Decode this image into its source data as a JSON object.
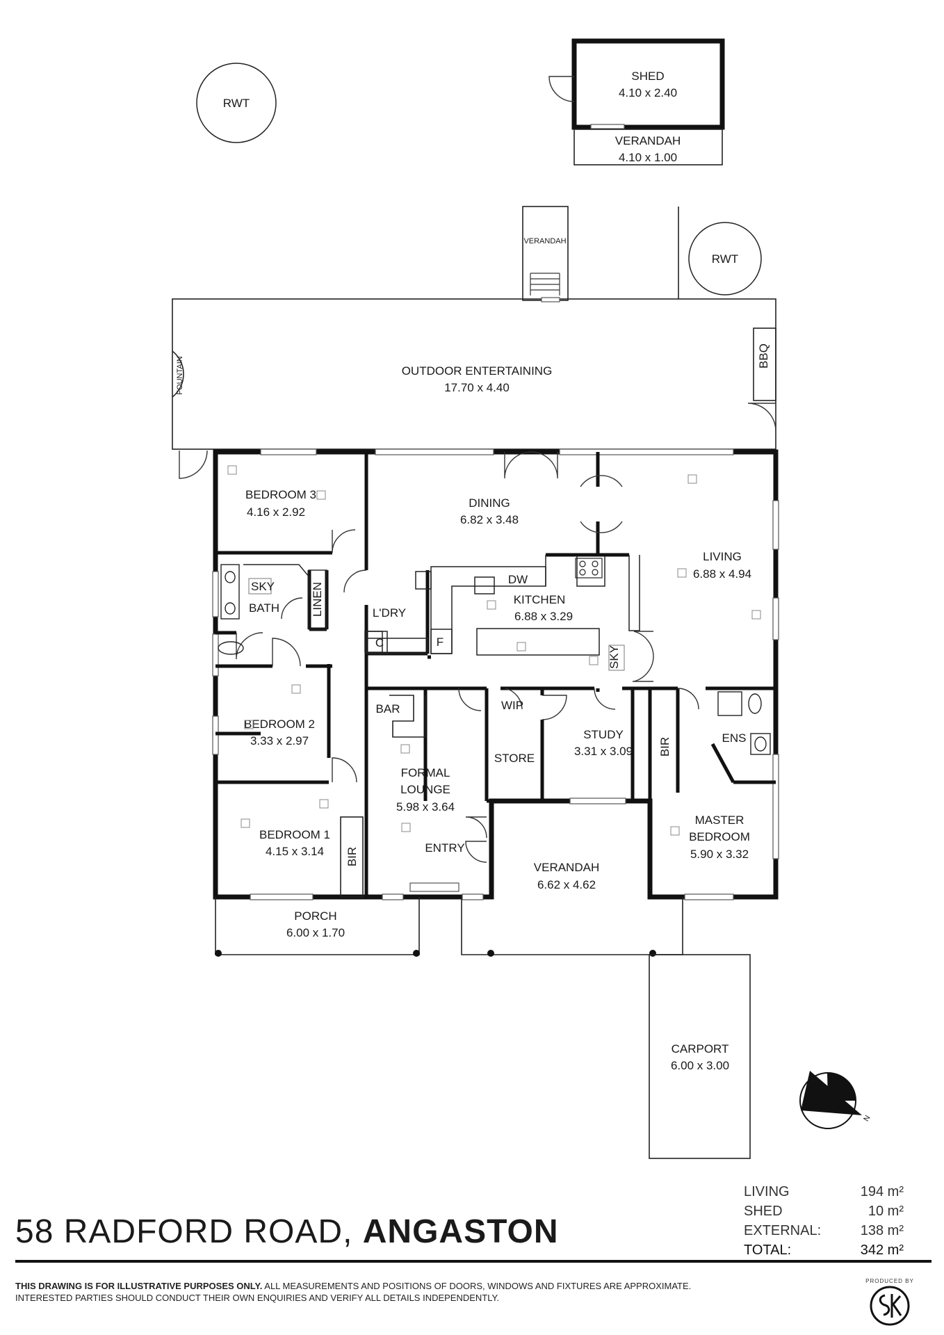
{
  "rooms": {
    "shed": {
      "name": "SHED",
      "dims": "4.10 x 2.40"
    },
    "verandah_shed": {
      "name": "VERANDAH",
      "dims": "4.10 x 1.00"
    },
    "verandah_rear": {
      "name": "VERANDAH"
    },
    "rwt_left": {
      "name": "RWT"
    },
    "rwt_right": {
      "name": "RWT"
    },
    "outdoor": {
      "name": "OUTDOOR ENTERTAINING",
      "dims": "17.70 x 4.40"
    },
    "fountain": {
      "name": "FOUNTAIN"
    },
    "bbq": {
      "name": "BBQ"
    },
    "bedroom3": {
      "name": "BEDROOM 3",
      "dims": "4.16 x 2.92"
    },
    "dining": {
      "name": "DINING",
      "dims": "6.82 x 3.48"
    },
    "living": {
      "name": "LIVING",
      "dims": "6.88 x 4.94"
    },
    "kitchen": {
      "name": "KITCHEN",
      "dims": "6.88 x 3.29"
    },
    "dw": {
      "name": "DW"
    },
    "sky_bath": {
      "name": "SKY"
    },
    "bath": {
      "name": "BATH"
    },
    "linen": {
      "name": "LINEN"
    },
    "laundry": {
      "name": "L'DRY"
    },
    "c": {
      "name": "C"
    },
    "f": {
      "name": "F"
    },
    "sky_kitchen": {
      "name": "SKY"
    },
    "bedroom2": {
      "name": "BEDROOM 2",
      "dims": "3.33 x 2.97"
    },
    "bar": {
      "name": "BAR"
    },
    "wip": {
      "name": "WIP"
    },
    "study": {
      "name": "STUDY",
      "dims": "3.31 x 3.09"
    },
    "store": {
      "name": "STORE"
    },
    "bir_master": {
      "name": "BIR"
    },
    "ens": {
      "name": "ENS"
    },
    "formal_lounge": {
      "name": "FORMAL",
      "name2": "LOUNGE",
      "dims": "5.98 x 3.64"
    },
    "bedroom1": {
      "name": "BEDROOM 1",
      "dims": "4.15 x 3.14"
    },
    "bir_bed1": {
      "name": "BIR"
    },
    "entry": {
      "name": "ENTRY"
    },
    "verandah_front": {
      "name": "VERANDAH",
      "dims": "6.62 x 4.62"
    },
    "master": {
      "name": "MASTER",
      "name2": "BEDROOM",
      "dims": "5.90 x 3.32"
    },
    "porch": {
      "name": "PORCH",
      "dims": "6.00 x 1.70"
    },
    "carport": {
      "name": "CARPORT",
      "dims": "6.00 x 3.00"
    },
    "compass_n": "N"
  },
  "address": {
    "street": "58 RADFORD ROAD,",
    "suburb": "ANGASTON"
  },
  "areas": [
    {
      "name": "LIVING",
      "value": "194 m²"
    },
    {
      "name": "SHED",
      "value": "10 m²"
    },
    {
      "name": "EXTERNAL:",
      "value": "138 m²"
    },
    {
      "name": "TOTAL:",
      "value": "342 m²"
    }
  ],
  "disclaimer": {
    "bold": "THIS DRAWING IS FOR ILLUSTRATIVE PURPOSES ONLY.",
    "rest": " ALL MEASUREMENTS AND POSITIONS OF DOORS, WINDOWS AND FIXTURES ARE APPROXIMATE.",
    "line2": "INTERESTED PARTIES SHOULD CONDUCT THEIR OWN ENQUIRIES AND VERIFY ALL DETAILS INDEPENDENTLY."
  },
  "producer": {
    "label": "PRODUCED BY"
  }
}
